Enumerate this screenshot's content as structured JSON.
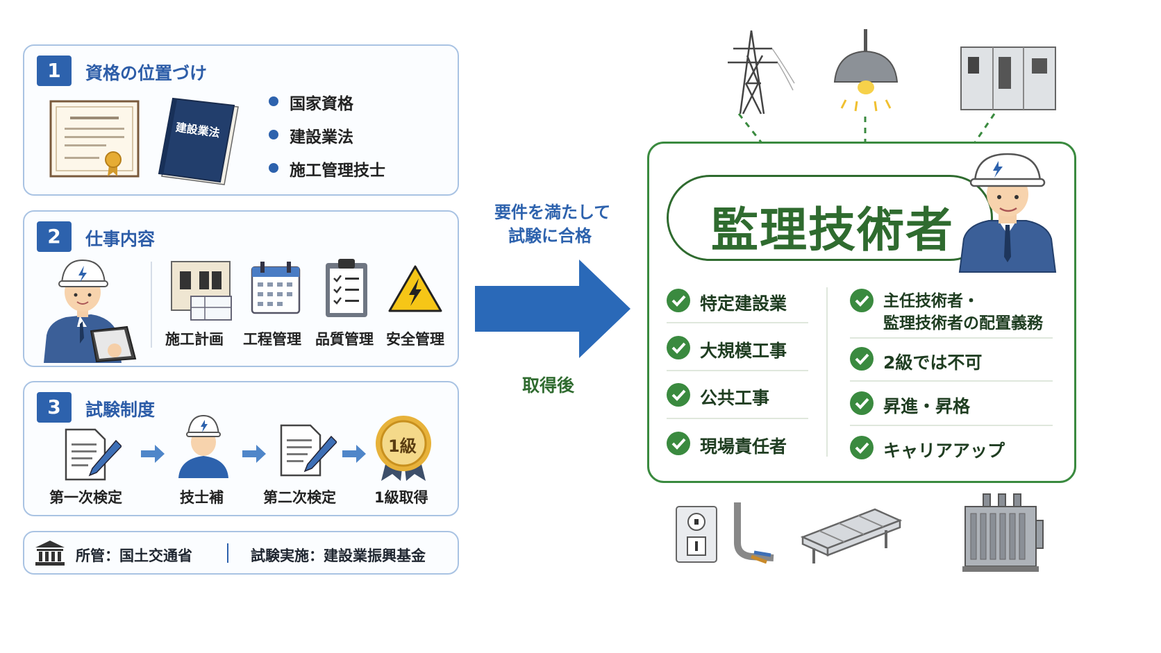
{
  "section1": {
    "number": "1",
    "title": "資格の位置づけ",
    "book_label": "建設業法",
    "bullets": [
      "国家資格",
      "建設業法",
      "施工管理技士"
    ]
  },
  "section2": {
    "number": "2",
    "title": "仕事内容",
    "tasks": [
      "施工計画",
      "工程管理",
      "品質管理",
      "安全管理"
    ]
  },
  "section3": {
    "number": "3",
    "title": "試験制度",
    "steps": [
      "第一次検定",
      "技士補",
      "第二次検定",
      "1級取得"
    ],
    "medal_text": "1級"
  },
  "footer": {
    "ministry": "所管：国土交通省",
    "organizer": "試験実施：建設業振興基金"
  },
  "center": {
    "requirement_line1": "要件を満たして",
    "requirement_line2": "試験に合格",
    "after_label": "取得後"
  },
  "right": {
    "title": "監理技術者",
    "left_benefits": [
      "特定建設業",
      "大規模工事",
      "公共工事",
      "現場責任者"
    ],
    "right_benefit_1_line1": "主任技術者・",
    "right_benefit_1_line2": "監理技術者の配置義務",
    "right_benefits": [
      "2級では不可",
      "昇進・昇格",
      "キャリアアップ"
    ]
  },
  "colors": {
    "section_blue": "#2d62ad",
    "arrow_blue": "#2a69b8",
    "green": "#3a8a3f",
    "title_green": "#2f6b2f"
  }
}
